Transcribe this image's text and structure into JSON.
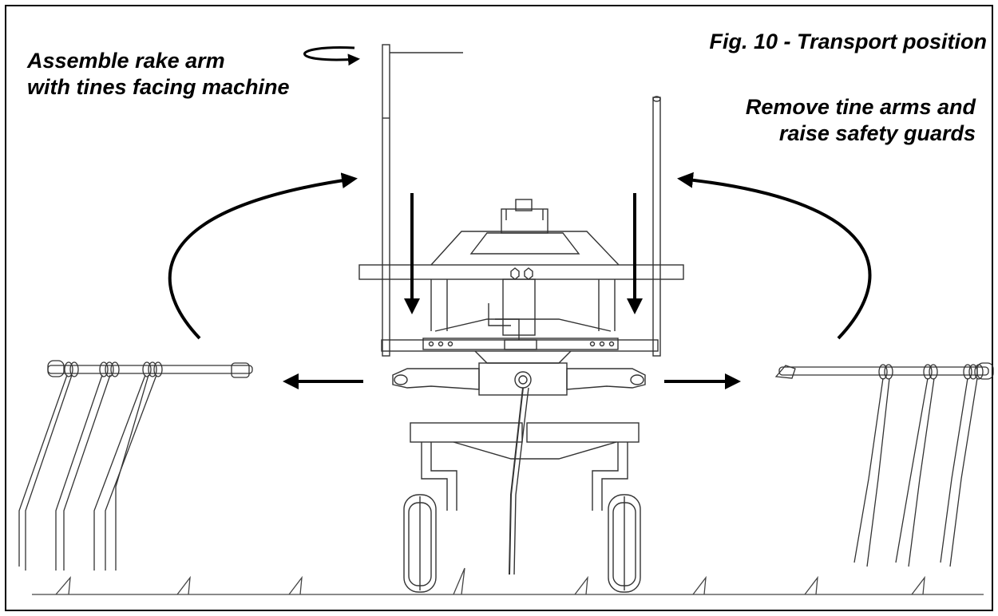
{
  "figure": {
    "caption": "Fig. 10 - Transport position",
    "left_note": {
      "line1": "Assemble rake arm",
      "line2": "with tines facing machine"
    },
    "right_note": {
      "line1": "Remove tine arms and",
      "line2": "raise safety guards"
    }
  },
  "colors": {
    "ink": "#000000",
    "line": "#333333",
    "paper": "#ffffff"
  }
}
